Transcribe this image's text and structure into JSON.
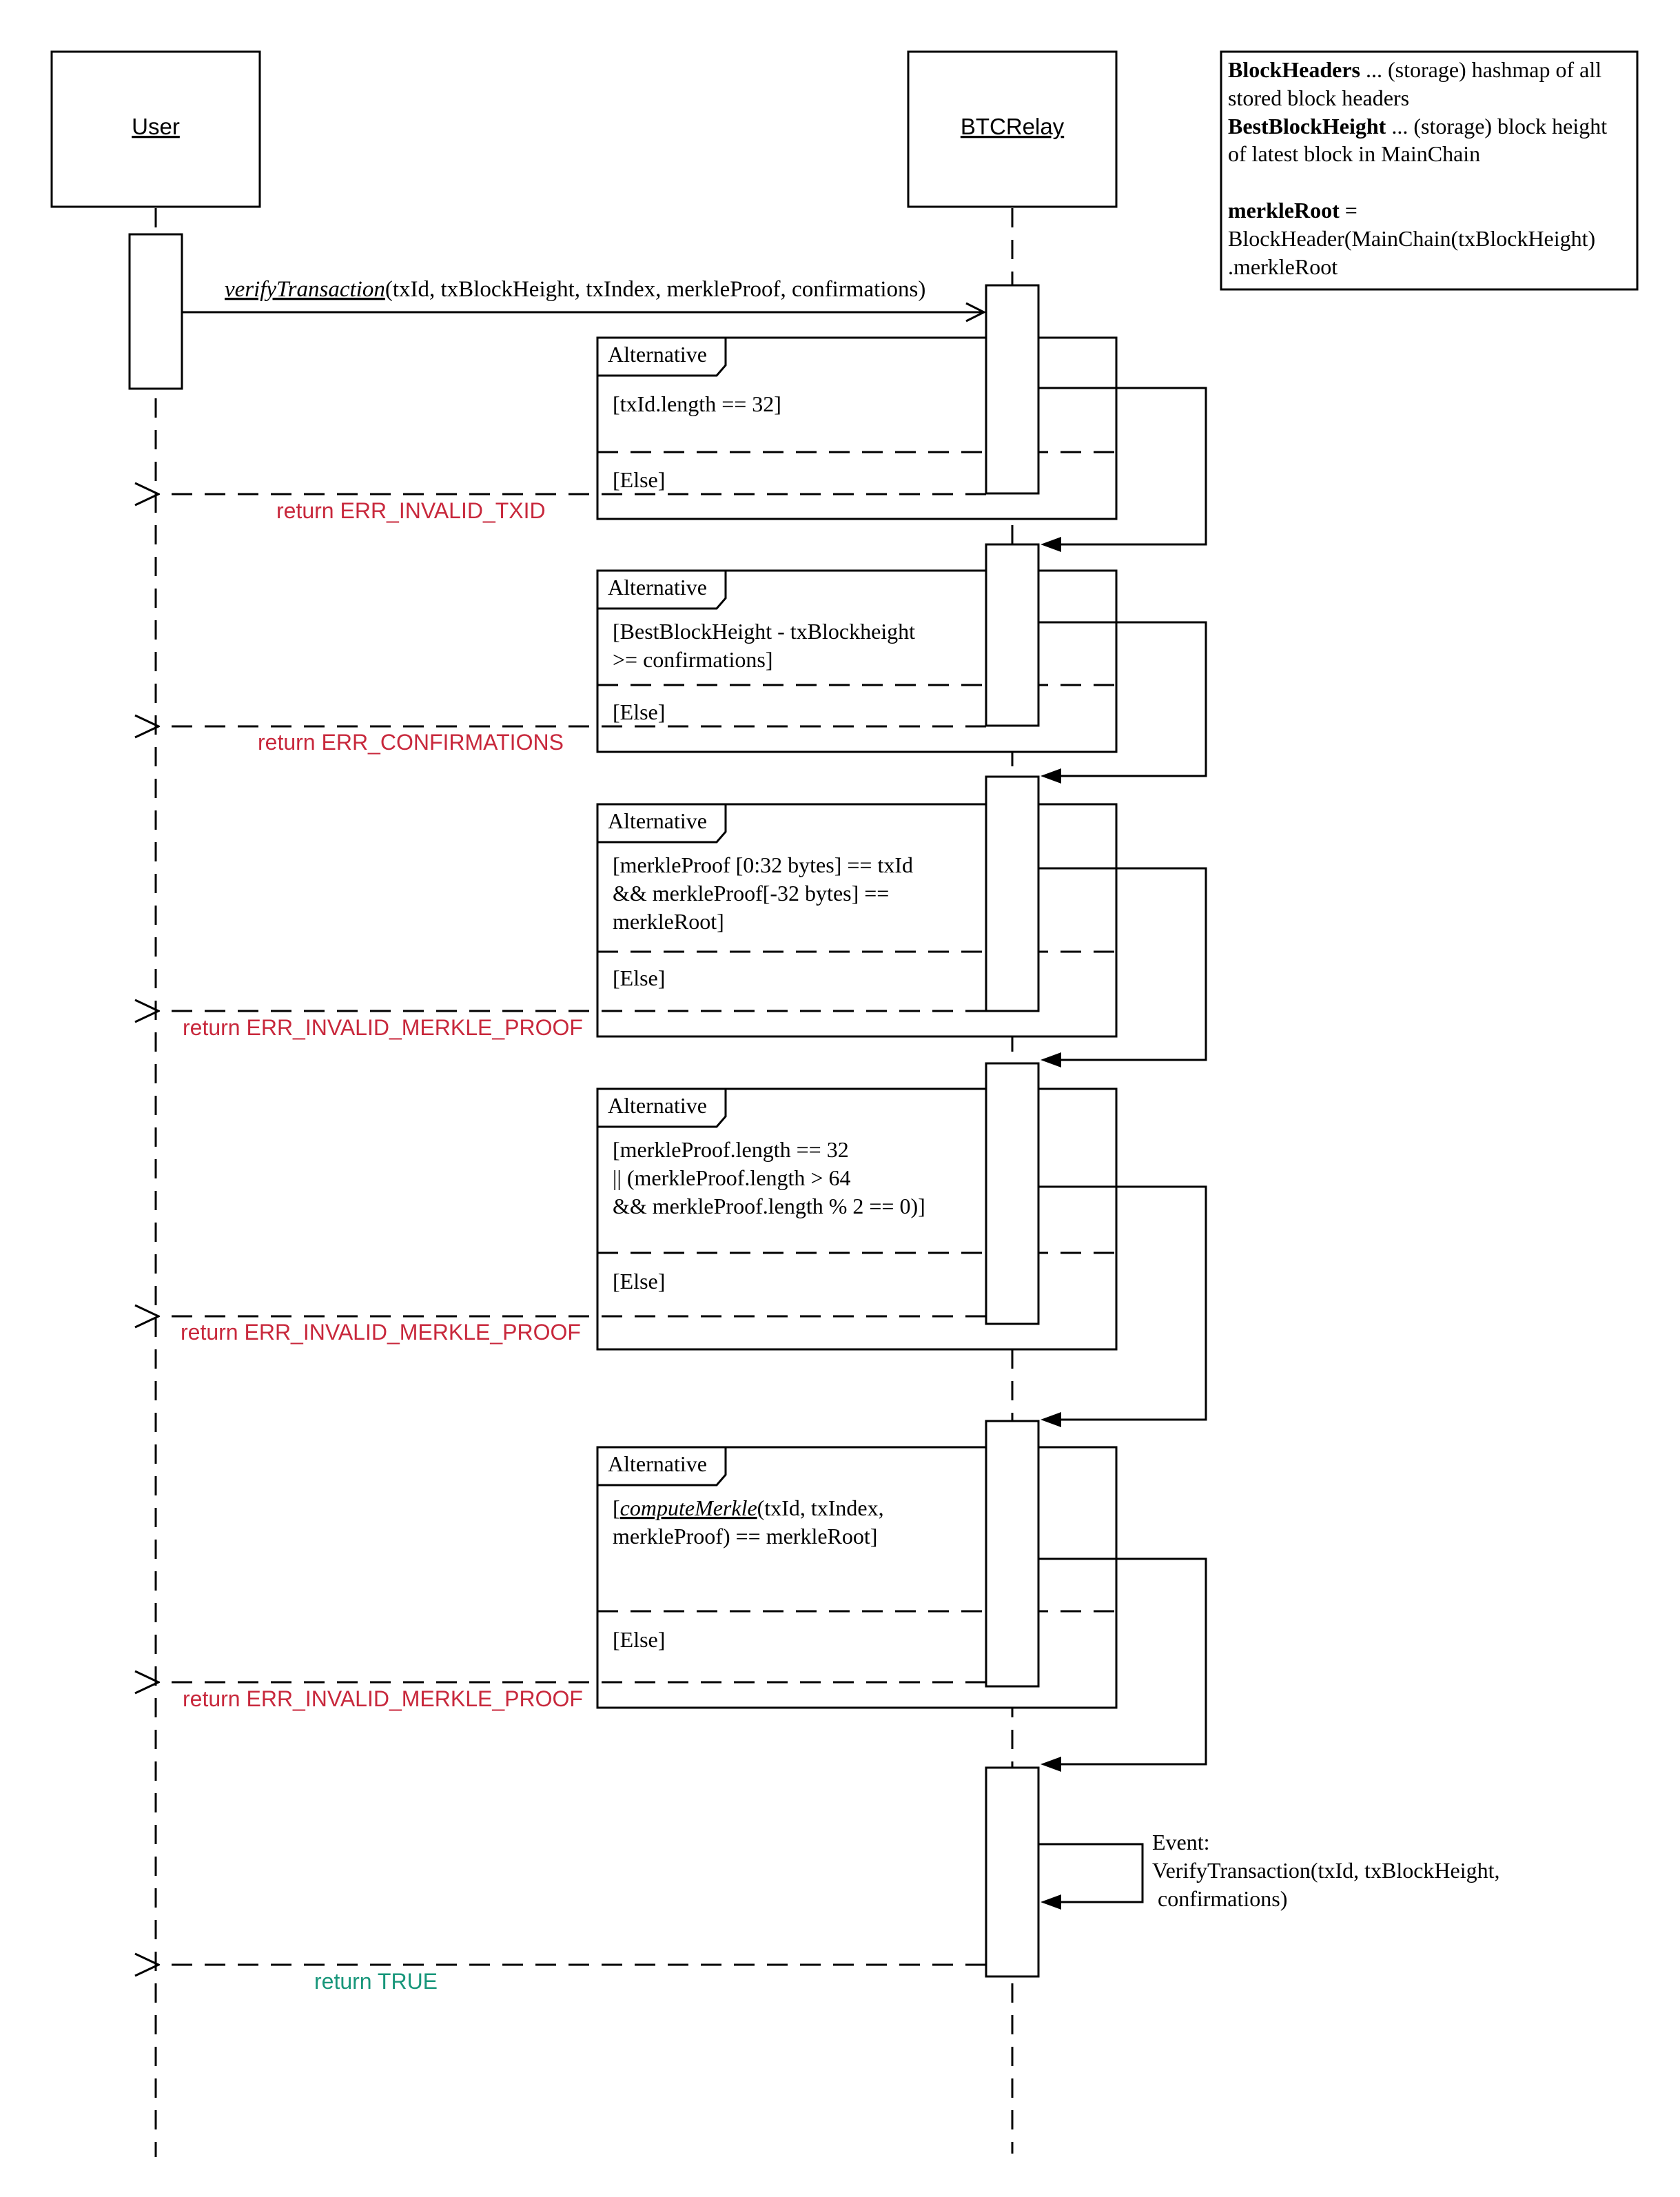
{
  "participants": {
    "user": "User",
    "btcrelay": "BTCRelay"
  },
  "legend": {
    "line1_bold": "BlockHeaders",
    "line1_rest": " ... (storage) hashmap of all",
    "line2": "stored block headers",
    "line3_bold": "BestBlockHeight",
    "line3_rest": " ... (storage) block height",
    "line4": "of latest block in MainChain",
    "line5_bold": "merkleRoot",
    "line5_rest": " =",
    "line6": "BlockHeader(MainChain(txBlockHeight)",
    "line7": ".merkleRoot"
  },
  "call": {
    "fn": "verifyTransaction",
    "args": "(txId, txBlockHeight, txIndex, merkleProof, confirmations)"
  },
  "fragments": [
    {
      "label": "Alternative",
      "condition": [
        "[txId.length == 32]"
      ],
      "else": "[Else]",
      "return": "return ERR_INVALID_TXID"
    },
    {
      "label": "Alternative",
      "condition": [
        "[BestBlockHeight - txBlockheight",
        ">= confirmations]"
      ],
      "else": "[Else]",
      "return": "return ERR_CONFIRMATIONS"
    },
    {
      "label": "Alternative",
      "condition": [
        "[merkleProof [0:32 bytes] == txId",
        "&& merkleProof[-32 bytes] ==",
        "merkleRoot]"
      ],
      "else": "[Else]",
      "return": "return ERR_INVALID_MERKLE_PROOF"
    },
    {
      "label": "Alternative",
      "condition": [
        "[merkleProof.length == 32",
        "|| (merkleProof.length > 64",
        "&& merkleProof.length % 2 == 0)]"
      ],
      "else": "[Else]",
      "return": "return ERR_INVALID_MERKLE_PROOF"
    },
    {
      "label": "Alternative",
      "condition_open": "[",
      "condition_fn": "computeMerkle",
      "condition_line1_rest": "(txId, txIndex,",
      "condition": [
        "",
        "merkleProof) == merkleRoot]"
      ],
      "else": "[Else]",
      "return": "return ERR_INVALID_MERKLE_PROOF"
    }
  ],
  "event": {
    "line1": "Event:",
    "line2": "VerifyTransaction(txId, txBlockHeight,",
    "line3": " confirmations)"
  },
  "final_return": "return TRUE",
  "colors": {
    "error": "#c8283c",
    "success": "#17967a"
  }
}
